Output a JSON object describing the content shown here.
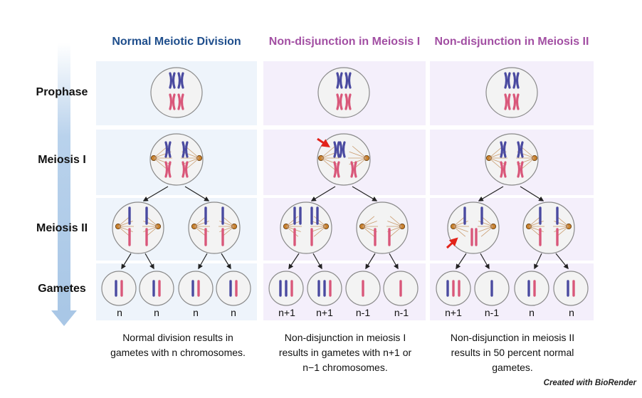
{
  "columns": [
    {
      "title": "Normal Meiotic Division",
      "color": "#1f4e8c",
      "caption": [
        "Normal division results in",
        "gametes with n chromosomes."
      ],
      "gametes": [
        "n",
        "n",
        "n",
        "n"
      ]
    },
    {
      "title": "Non-disjunction in Meiosis I",
      "color": "#a24fa3",
      "caption": [
        "Non-disjunction in meiosis I",
        "results in gametes with n+1 or",
        "n−1 chromosomes."
      ],
      "gametes": [
        "n+1",
        "n+1",
        "n-1",
        "n-1"
      ]
    },
    {
      "title": "Non-disjunction in Meiosis II",
      "color": "#a24fa3",
      "caption": [
        "Non-disjunction in meiosis II",
        "results in 50 percent normal",
        "gametes."
      ],
      "gametes": [
        "n+1",
        "n-1",
        "n",
        "n"
      ]
    }
  ],
  "rows": [
    "Prophase",
    "Meiosis I",
    "Meiosis II",
    "Gametes"
  ],
  "watermark": "Created with BioRender",
  "colors": {
    "blue_panel": "#eef4fb",
    "purple_panel": "#f4effb",
    "chrom_blue": "#4a4aa0",
    "chrom_pink": "#d9577a",
    "cell_fill": "#f3f3f3",
    "cell_stroke": "#8a8a8a",
    "arrow_red": "#e2231a",
    "timeline": "#b9d2ec"
  }
}
